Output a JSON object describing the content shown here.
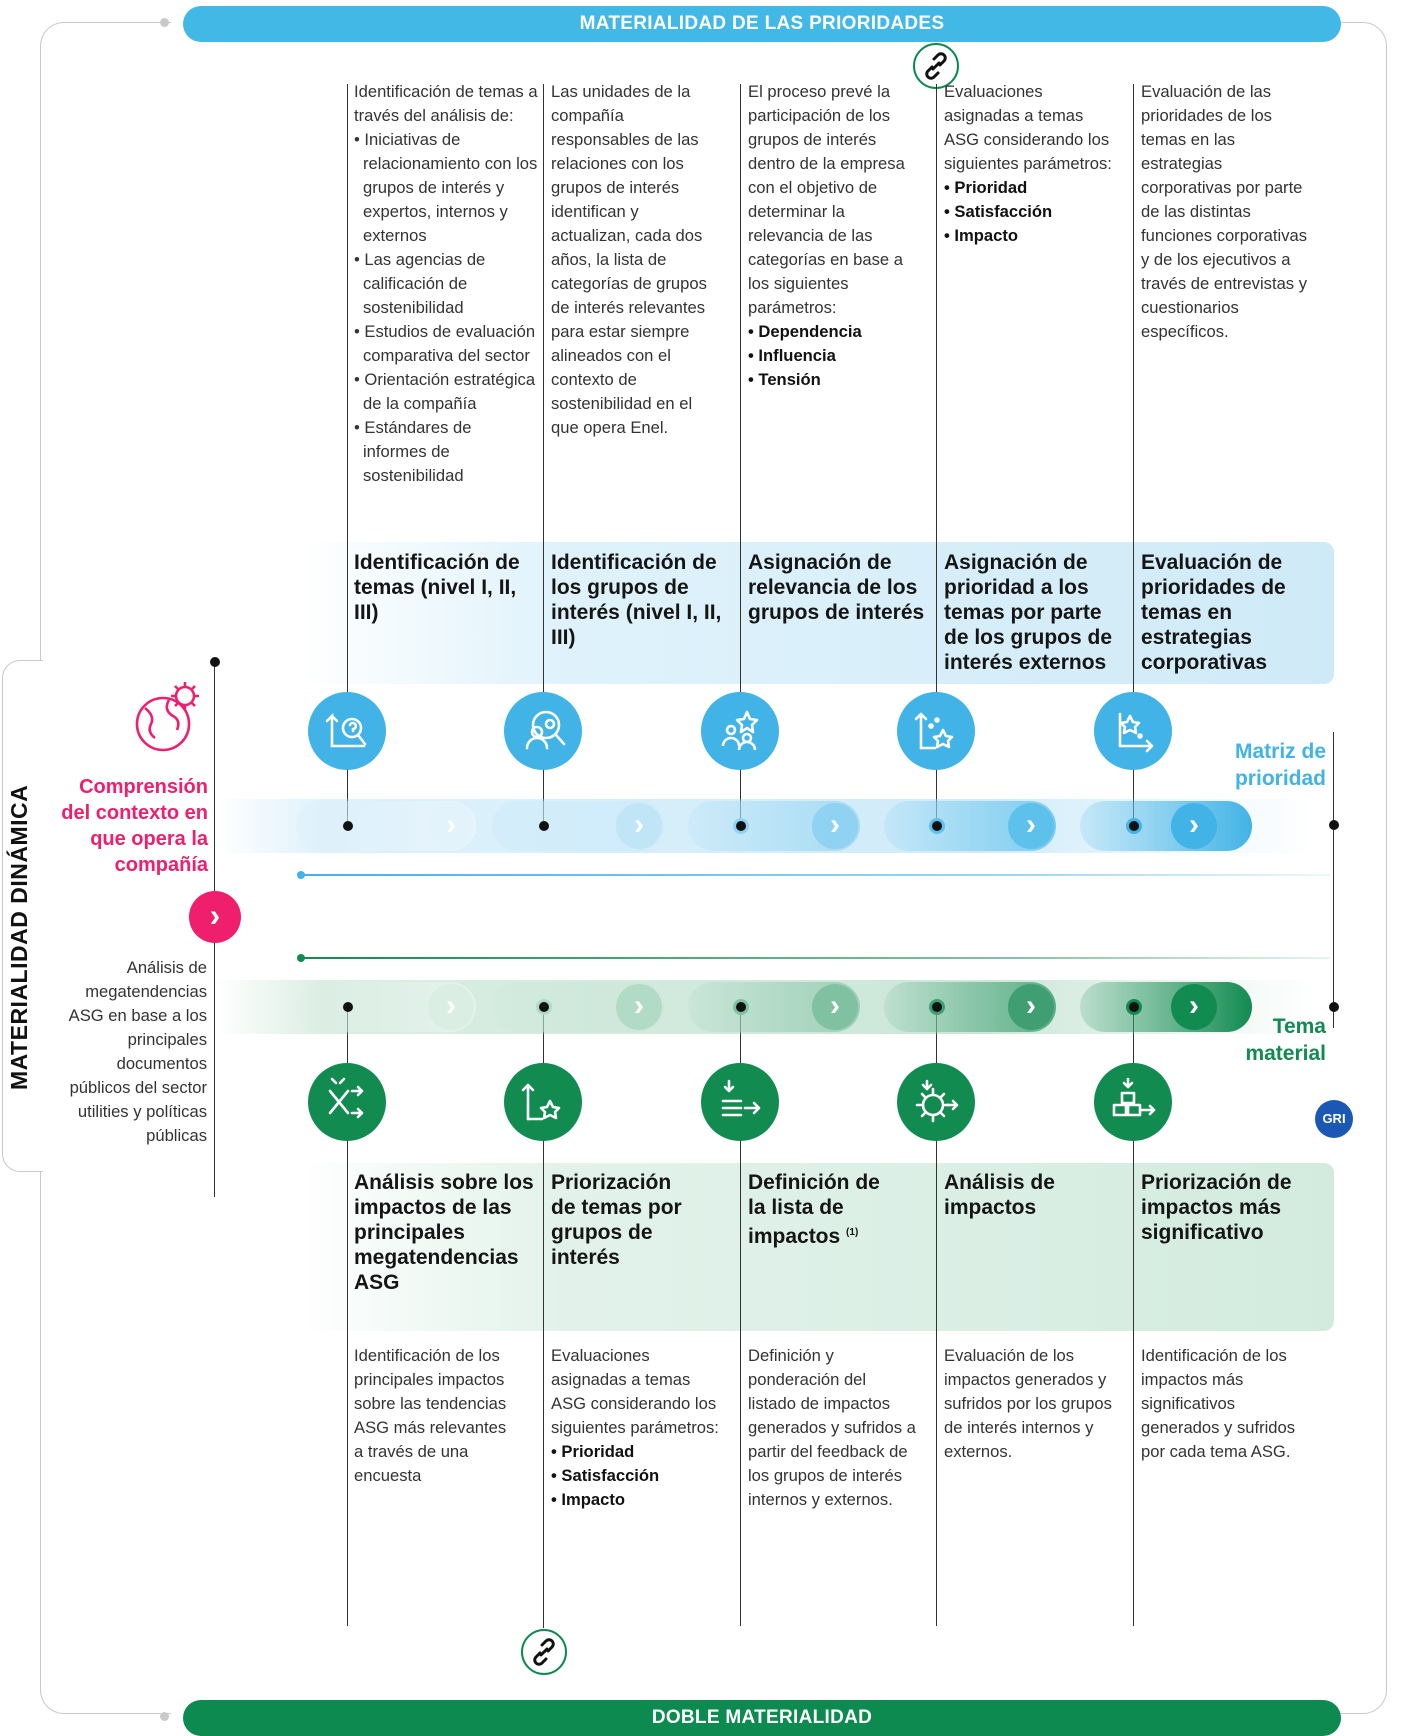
{
  "banners": {
    "top": "MATERIALIDAD DE LAS PRIORIDADES",
    "bottom": "DOBLE MATERIALIDAD"
  },
  "vertical_label": "MATERIALIDAD DINÁMICA",
  "left": {
    "context_title": "Comprensión del contexto en que opera la compañía",
    "context_desc": "Análisis de megatendencias ASG en base a los principales documentos públicos del sector utilities y políticas públicas"
  },
  "right": {
    "matriz_label": "Matriz de prioridad",
    "tema_label": "Tema material",
    "gri_badge": "GRI"
  },
  "top_columns": [
    {
      "stage_title": "Identificación de temas (nivel I, II, III)",
      "desc_intro": "Identificación de temas a través del análisis de:",
      "desc_items": [
        "• Iniciativas de relacionamiento con los grupos de interés y expertos, internos y externos",
        "• Las agencias de calificación de sostenibilidad",
        "• Estudios de evaluación comparativa del sector",
        "• Orientación estratégica de la compañía",
        "• Estándares de informes de sostenibilidad"
      ]
    },
    {
      "stage_title": "Identificación de los grupos de interés (nivel I, II, III)",
      "desc": "Las unidades de la compañía responsables de las relaciones con los grupos de interés identifican y actualizan, cada dos años, la lista de categorías de grupos de interés relevantes para estar siempre alineados con el contexto de sostenibilidad en el que opera Enel."
    },
    {
      "stage_title": "Asignación de relevancia de los grupos de interés",
      "desc": "El proceso prevé la participación de los grupos de interés dentro de la empresa con el objetivo de determinar la relevancia de las categorías en base a los siguientes parámetros:",
      "desc_items": [
        "• Dependencia",
        "• Influencia",
        "• Tensión"
      ]
    },
    {
      "stage_title": "Asignación de prioridad a los temas por parte de los grupos de interés externos",
      "desc": "Evaluaciones asignadas a temas ASG considerando los siguientes parámetros:",
      "desc_items": [
        "• Prioridad",
        "• Satisfacción",
        "• Impacto"
      ]
    },
    {
      "stage_title": "Evaluación de prioridades de temas en estrategias corporativas",
      "desc": "Evaluación de las prioridades de los temas en las estrategias corporativas por parte de las distintas funciones corporativas y de los ejecutivos a través de entrevistas y cuestionarios específicos."
    }
  ],
  "bottom_columns": [
    {
      "stage_title": "Análisis sobre los impactos de las principales megatendencias ASG",
      "desc": "Identificación de los principales impactos sobre las tendencias ASG más relevantes a través de una encuesta"
    },
    {
      "stage_title": "Priorización de temas por grupos de interés",
      "desc": "Evaluaciones asignadas a temas ASG considerando los siguientes parámetros:",
      "desc_items": [
        "• Prioridad",
        "• Satisfacción",
        "• Impacto"
      ]
    },
    {
      "stage_title": "Definición de la lista de impactos",
      "stage_note": "(1)",
      "desc": "Definición y ponderación del listado de impactos generados y sufridos a partir del feedback de los grupos de interés internos y externos."
    },
    {
      "stage_title": "Análisis de impactos",
      "desc": "Evaluación de los impactos generados y sufridos por los grupos de interés internos y externos."
    },
    {
      "stage_title": "Priorización de impactos más significativo",
      "desc": "Identificación de los impactos más significativos generados y sufridos por cada tema ASG."
    }
  ],
  "icons": {
    "context": "globe-gear-icon",
    "top": [
      "search-topic-icon",
      "people-search-icon",
      "stars-people-icon",
      "priority-chart-icon",
      "priority-star-icon"
    ],
    "bottom": [
      "shuffle-arrows-icon",
      "priority-chart-icon",
      "list-arrow-icon",
      "gear-arrow-icon",
      "blocks-arrow-icon"
    ],
    "link": "link-icon",
    "arrow": "chevron-right-icon"
  },
  "colors": {
    "blue": "#41b3e6",
    "green": "#128b51",
    "pink": "#ef1f6d",
    "gri": "#1a58b4"
  }
}
